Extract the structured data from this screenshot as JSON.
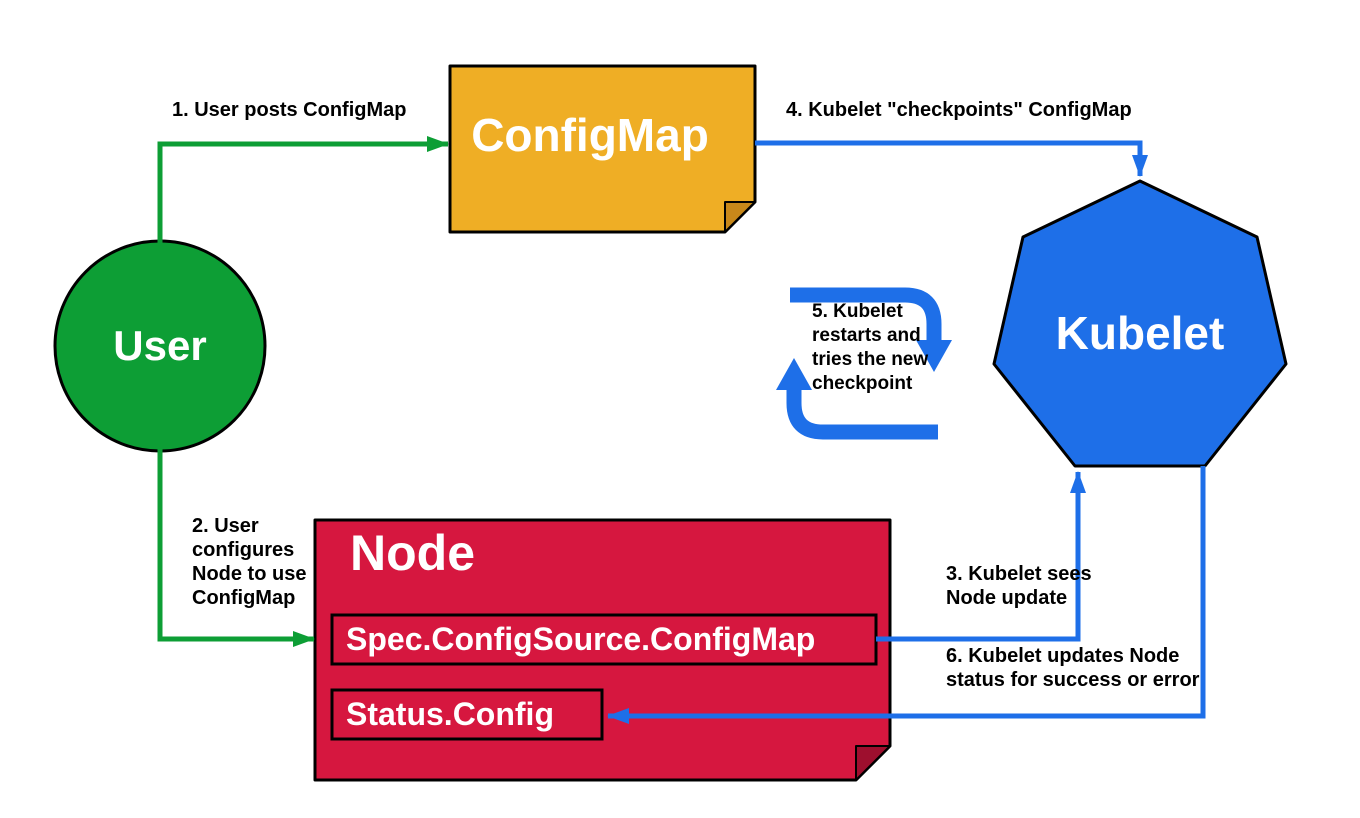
{
  "colors": {
    "green": "#0d9e35",
    "orange": "#efae25",
    "orange_fold": "#c8881a",
    "red": "#d6173f",
    "red_fold": "#9e0f2e",
    "blue": "#1e6fe8",
    "black": "#000000",
    "white": "#ffffff"
  },
  "nodes": {
    "user": {
      "label": "User"
    },
    "configmap": {
      "label": "ConfigMap"
    },
    "kubelet": {
      "label": "Kubelet"
    },
    "node": {
      "label": "Node",
      "spec_field": "Spec.ConfigSource.ConfigMap",
      "status_field": "Status.Config"
    }
  },
  "steps": {
    "step1": "1. User posts ConfigMap",
    "step2": "2. User\nconfigures\nNode to use\nConfigMap",
    "step3": "3. Kubelet sees\nNode update",
    "step4": "4. Kubelet \"checkpoints\" ConfigMap",
    "step5": "5. Kubelet\nrestarts and\ntries the new\ncheckpoint",
    "step6": "6. Kubelet updates Node\nstatus for success or error"
  }
}
